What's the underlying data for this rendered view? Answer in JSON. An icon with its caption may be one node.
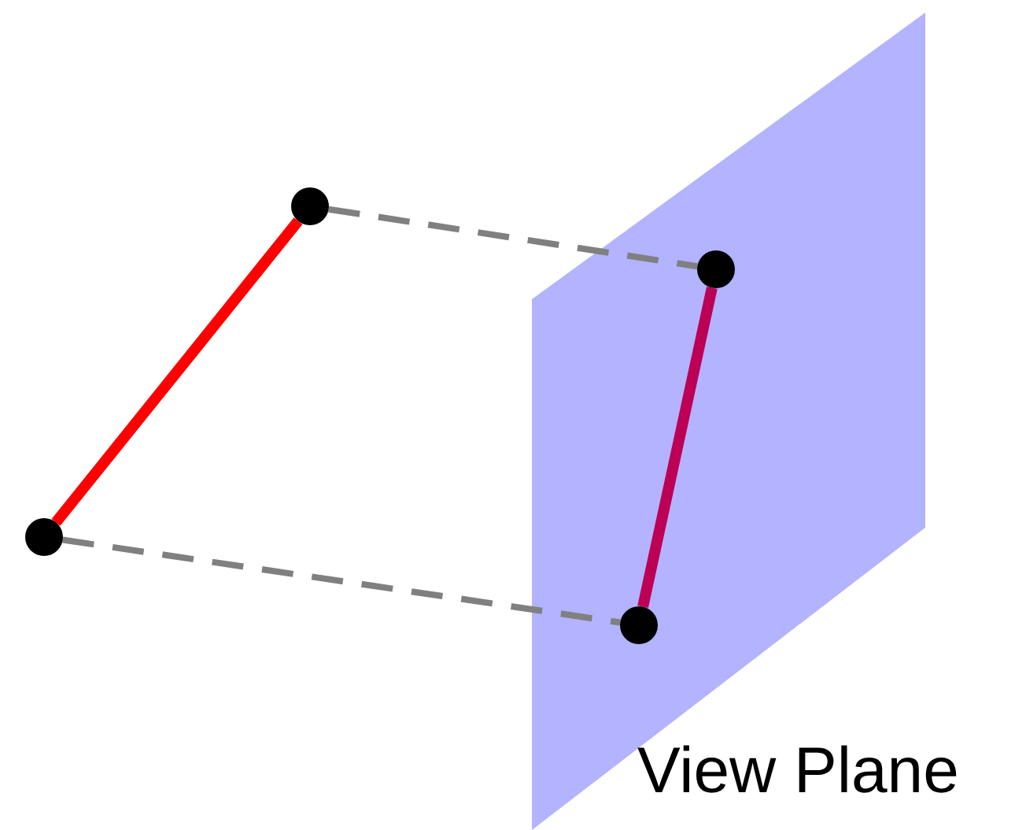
{
  "diagram": {
    "nodes": [
      {
        "text": [
          "View Plane"
        ]
      },
      {
        "text": [],
        "shape": "circle"
      },
      {
        "text": [],
        "shape": "circle"
      },
      {
        "text": [],
        "shape": "circle",
        "in": 0
      },
      {
        "text": [],
        "shape": "circle",
        "in": 0
      }
    ],
    "edges": [
      {
        "from": 2,
        "to": 1,
        "arrow": "none",
        "color": "#ff0000"
      },
      {
        "from": 1,
        "to": 3,
        "arrow": "none",
        "style": "dashed",
        "color": "#808080"
      },
      {
        "from": 2,
        "to": 4,
        "arrow": "none",
        "style": "dashed",
        "color": "#808080"
      },
      {
        "from": 3,
        "to": 4,
        "arrow": "none",
        "color": "#bb0055"
      }
    ]
  }
}
